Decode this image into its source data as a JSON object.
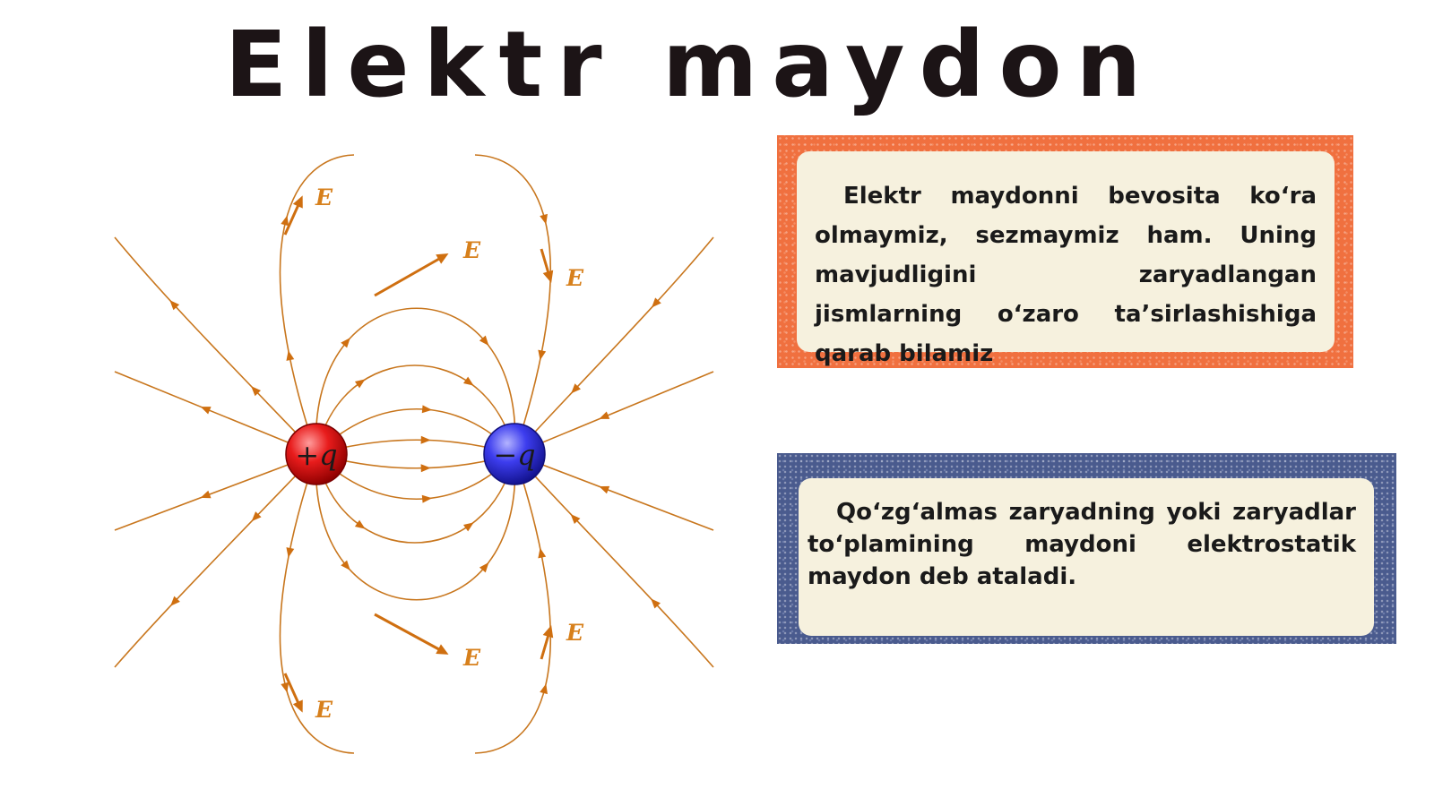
{
  "page": {
    "title": "Elektr maydon"
  },
  "diagram": {
    "positive_charge_label": "+q",
    "negative_charge_label": "−q",
    "field_label": "E",
    "colors": {
      "field_line": "#c8761d",
      "arrow": "#cf6f10",
      "positive": "#e01515",
      "negative": "#3a3ae0"
    }
  },
  "cards": {
    "top": {
      "text": "Elektr maydonni bevosita ko‘ra olmaymiz, sezmaymiz ham. Uning mavjudligini zaryadlangan jismlarning o‘zaro ta’sirlashishiga qarab bilamiz",
      "frame_color": "#f0703f"
    },
    "bottom": {
      "text": "Qo‘zg‘almas zaryadning yoki zaryadlar to‘plamining maydoni elektrostatik maydon deb ataladi.",
      "frame_color": "#4a5b8e"
    }
  }
}
